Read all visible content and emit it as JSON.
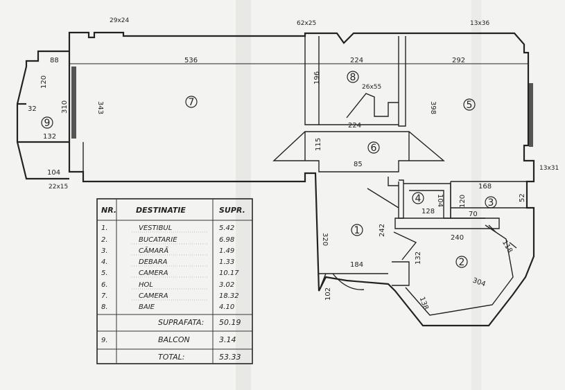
{
  "plan": {
    "openings": {
      "top_left": "29x24",
      "top_middle": "62x25",
      "top_right": "13x36",
      "right": "13x31",
      "bottom_left": "22x15",
      "inner": "26x55"
    },
    "dimensions": {
      "d88": "88",
      "d536": "536",
      "d224a": "224",
      "d292": "292",
      "d120": "120",
      "d310": "310",
      "d32": "32",
      "d132": "132",
      "d104a": "104",
      "d343": "343",
      "d196": "196",
      "d398": "398",
      "d224b": "224",
      "d115": "115",
      "d85": "85",
      "d168": "168",
      "d128": "128",
      "d104b": "104",
      "d120b": "120",
      "d70": "70",
      "d52": "52",
      "d240": "240",
      "d242": "242",
      "d320": "320",
      "d184": "184",
      "d132b": "132",
      "d304": "304",
      "d138": "138",
      "d102": "102",
      "d118": "118"
    },
    "rooms": {
      "r1": "1",
      "r2": "2",
      "r3": "3",
      "r4": "4",
      "r5": "5",
      "r6": "6",
      "r7": "7",
      "r8": "8",
      "r9": "9"
    }
  },
  "table": {
    "header": {
      "nr": "NR.",
      "dest": "DESTINATIE",
      "supr": "SUPR."
    },
    "rows": [
      {
        "nr": "1.",
        "dest": "VESTIBUL",
        "supr": "5.42"
      },
      {
        "nr": "2.",
        "dest": "BUCATARIE",
        "supr": "6.98"
      },
      {
        "nr": "3.",
        "dest": "CĂMARĂ",
        "supr": "1.49"
      },
      {
        "nr": "4.",
        "dest": "DEBARA",
        "supr": "1.33"
      },
      {
        "nr": "5.",
        "dest": "CAMERA",
        "supr": "10.17"
      },
      {
        "nr": "6.",
        "dest": "HOL",
        "supr": "3.02"
      },
      {
        "nr": "7.",
        "dest": "CAMERA",
        "supr": "18.32"
      },
      {
        "nr": "8.",
        "dest": "BAIE",
        "supr": "4.10"
      },
      {
        "nr": "",
        "dest": "SUPRAFATA:",
        "supr": "50.19"
      },
      {
        "nr": "9.",
        "dest": "BALCON",
        "supr": "3.14"
      },
      {
        "nr": "",
        "dest": "TOTAL:",
        "supr": "53.33"
      }
    ]
  }
}
